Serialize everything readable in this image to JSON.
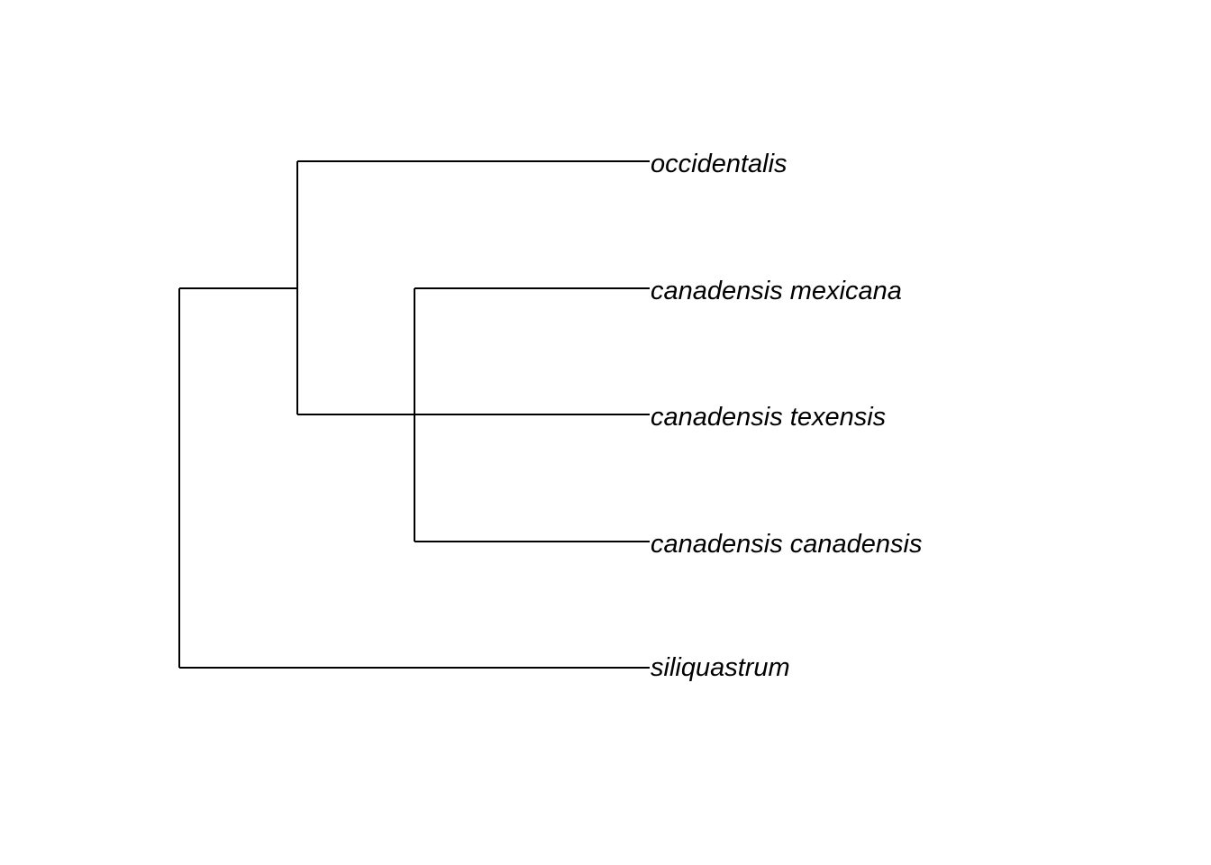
{
  "tree": {
    "tips": [
      {
        "id": "occidentalis",
        "label": "occidentalis"
      },
      {
        "id": "canadensis-mexicana",
        "label": "canadensis mexicana"
      },
      {
        "id": "canadensis-texensis",
        "label": "canadensis texensis"
      },
      {
        "id": "canadensis-canadensis",
        "label": "canadensis canadensis"
      },
      {
        "id": "siliquastrum",
        "label": "siliquastrum"
      }
    ]
  },
  "colors": {
    "branch": "#000000",
    "label": "#000000",
    "background": "#ffffff"
  }
}
